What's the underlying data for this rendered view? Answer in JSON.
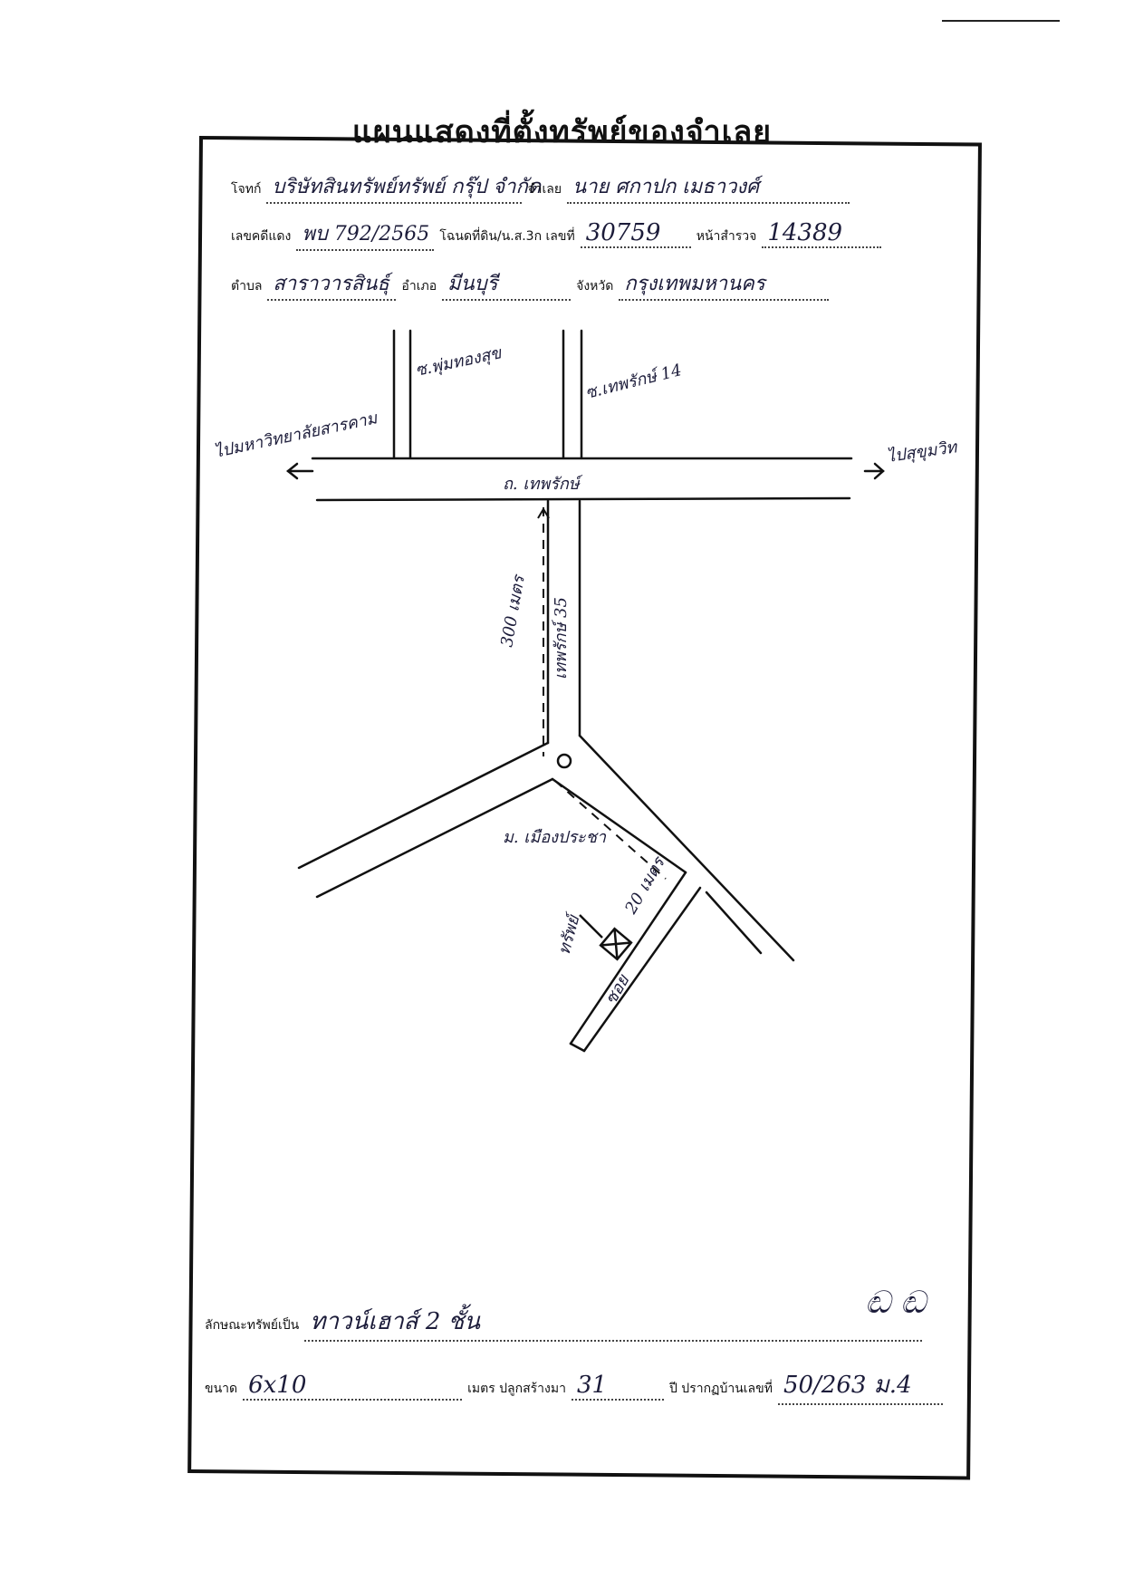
{
  "document": {
    "title": "แผนแสดงที่ตั้งทรัพย์ของจำเลย"
  },
  "header_fields": {
    "plaintiff_label": "โจทก์",
    "plaintiff_value": "บริษัทสินทรัพย์ทรัพย์ กรุ๊ป จำกัด",
    "defendant_label": "จำเลย",
    "defendant_value": "นาย ศกาปก เมธาวงศ์",
    "red_case_label": "เลขคดีแดง",
    "red_case_value": "พบ 792/2565",
    "title_deed_label": "โฉนดที่ดิน/น.ส.3ก เลขที่",
    "title_deed_value": "30759",
    "survey_page_label": "หน้าสำรวจ",
    "survey_page_value": "14389",
    "subdistrict_label": "ตำบล",
    "subdistrict_value": "สาราวารสินธุ์",
    "district_label": "อำเภอ",
    "district_value": "มีนบุรี",
    "province_label": "จังหวัด",
    "province_value": "กรุงเทพมหานคร"
  },
  "map_labels": {
    "soi_left": "ซ.พุ่มทองสุข",
    "soi_right": "ซ.เทพรักษ์ 14",
    "to_left": "ไปมหาวิทยาลัยสารคาม",
    "to_right": "ไปสุขุมวิท",
    "main_road": "ถ. เทพรักษ์",
    "side_soi": "เทพรักษ์ 35",
    "distance": "300 เมตร",
    "bottom_road": "ม. เมืองประชา",
    "property": "ทรัพย์",
    "distance_short": "20 เมตร",
    "lane": "ซอย"
  },
  "footer_fields": {
    "property_type_label": "ลักษณะทรัพย์เป็น",
    "property_type_value": "ทาวน์เฮาส์ 2 ชั้น",
    "size_label": "ขนาด",
    "size_value": "6x10",
    "meters_built_label": "เมตร ปลูกสร้างมา",
    "years_value": "31",
    "house_no_label": "ปี ปรากฏบ้านเลขที่",
    "house_no_value": "50/263 ม.4"
  },
  "signature": "ඬ ඬ"
}
